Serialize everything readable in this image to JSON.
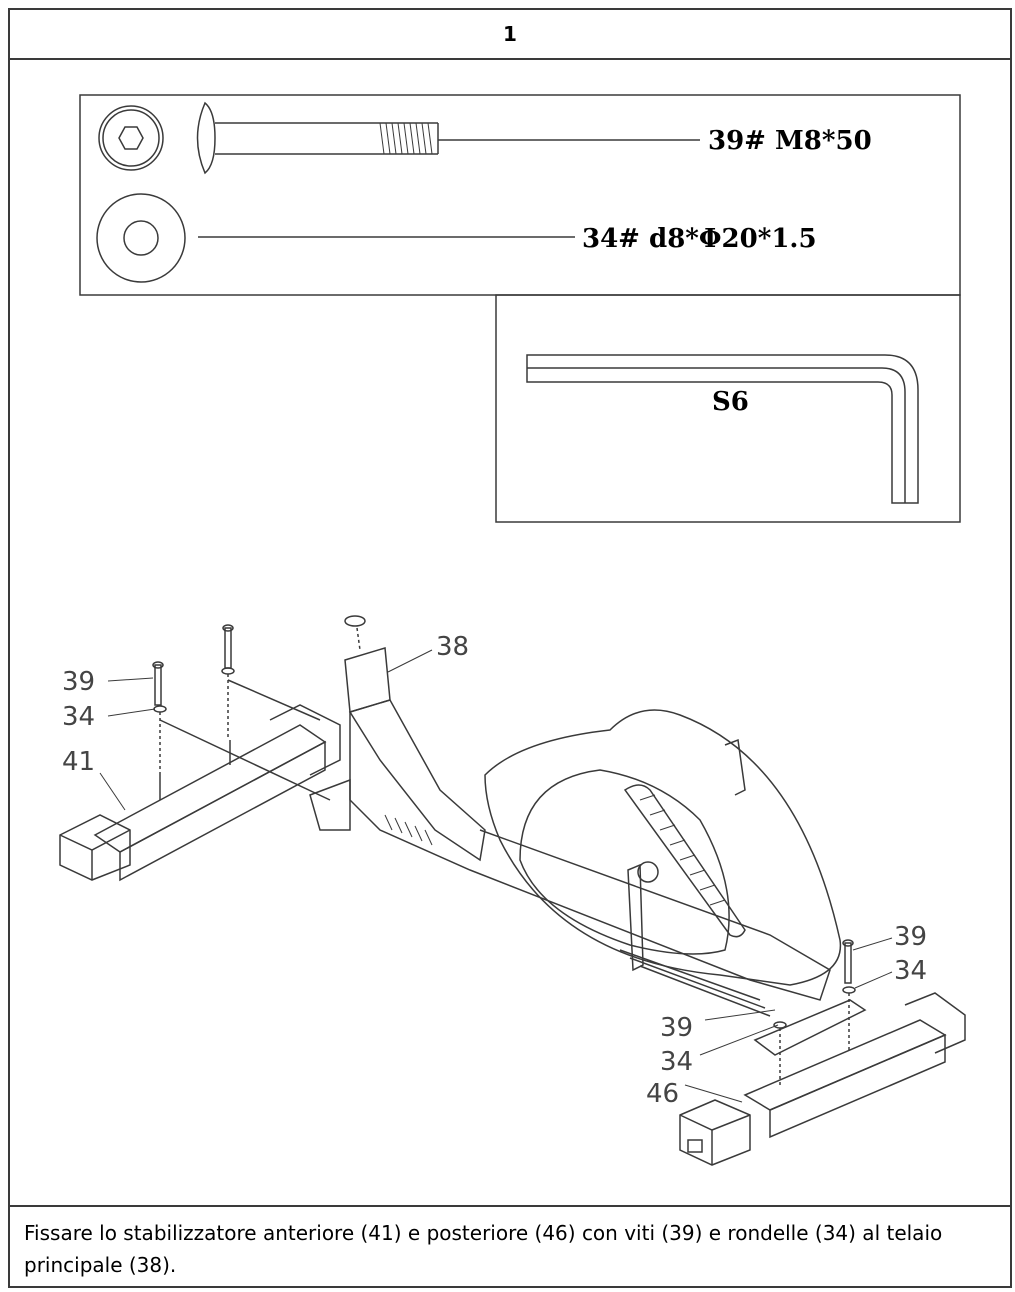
{
  "step": {
    "number": "1"
  },
  "parts": {
    "bolt": {
      "label": "39# M8*50"
    },
    "washer": {
      "label": "34# d8*Φ20*1.5"
    },
    "wrench": {
      "label": "S6"
    }
  },
  "callouts": {
    "bolt_front": "39",
    "washer_front": "34",
    "front_stabilizer": "41",
    "main_frame": "38",
    "bolt_rear_right": "39",
    "washer_rear_right": "34",
    "bolt_rear_left": "39",
    "washer_rear_left": "34",
    "rear_stabilizer": "46"
  },
  "instruction": {
    "text": "Fissare lo stabilizzatore anteriore (41) e posteriore (46) con viti (39) e rondelle (34) al telaio principale (38)."
  },
  "colors": {
    "line": "#3a3a3a",
    "background": "#ffffff"
  }
}
